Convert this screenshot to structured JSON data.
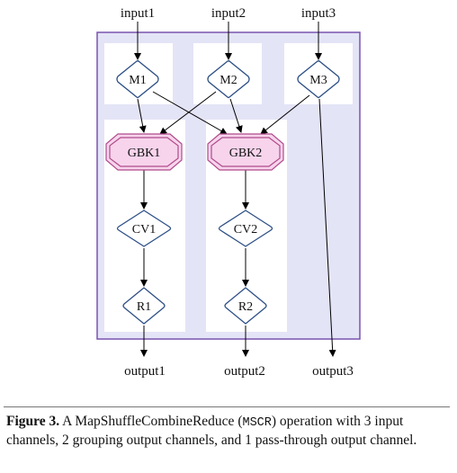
{
  "diagram": {
    "inputs": [
      "input1",
      "input2",
      "input3"
    ],
    "outputs": [
      "output1",
      "output2",
      "output3"
    ],
    "mappers": [
      "M1",
      "M2",
      "M3"
    ],
    "groupers": [
      "GBK1",
      "GBK2"
    ],
    "combiners": [
      "CV1",
      "CV2"
    ],
    "reducers": [
      "R1",
      "R2"
    ],
    "edges": [
      [
        "input1",
        "M1"
      ],
      [
        "input2",
        "M2"
      ],
      [
        "input3",
        "M3"
      ],
      [
        "M1",
        "GBK1"
      ],
      [
        "M1",
        "GBK2"
      ],
      [
        "M2",
        "GBK1"
      ],
      [
        "M2",
        "GBK2"
      ],
      [
        "M3",
        "GBK2"
      ],
      [
        "M3",
        "output3"
      ],
      [
        "GBK1",
        "CV1"
      ],
      [
        "CV1",
        "R1"
      ],
      [
        "R1",
        "output1"
      ],
      [
        "GBK2",
        "CV2"
      ],
      [
        "CV2",
        "R2"
      ],
      [
        "R2",
        "output2"
      ]
    ],
    "colors": {
      "outer_fill": "#e4e4f7",
      "outer_stroke": "#7a54ad",
      "inner_fill": "#ffffff",
      "node_stroke": "#2d4f86",
      "gbk_fill": "#f7d4ec",
      "gbk_stroke": "#b04a8b",
      "edge": "#000000"
    }
  },
  "caption": {
    "label": "Figure 3.",
    "text_before": "A MapShuffleCombineReduce (",
    "code": "MSCR",
    "text_after": ") operation with 3 input channels, 2 grouping output channels, and 1 pass-through output channel."
  }
}
